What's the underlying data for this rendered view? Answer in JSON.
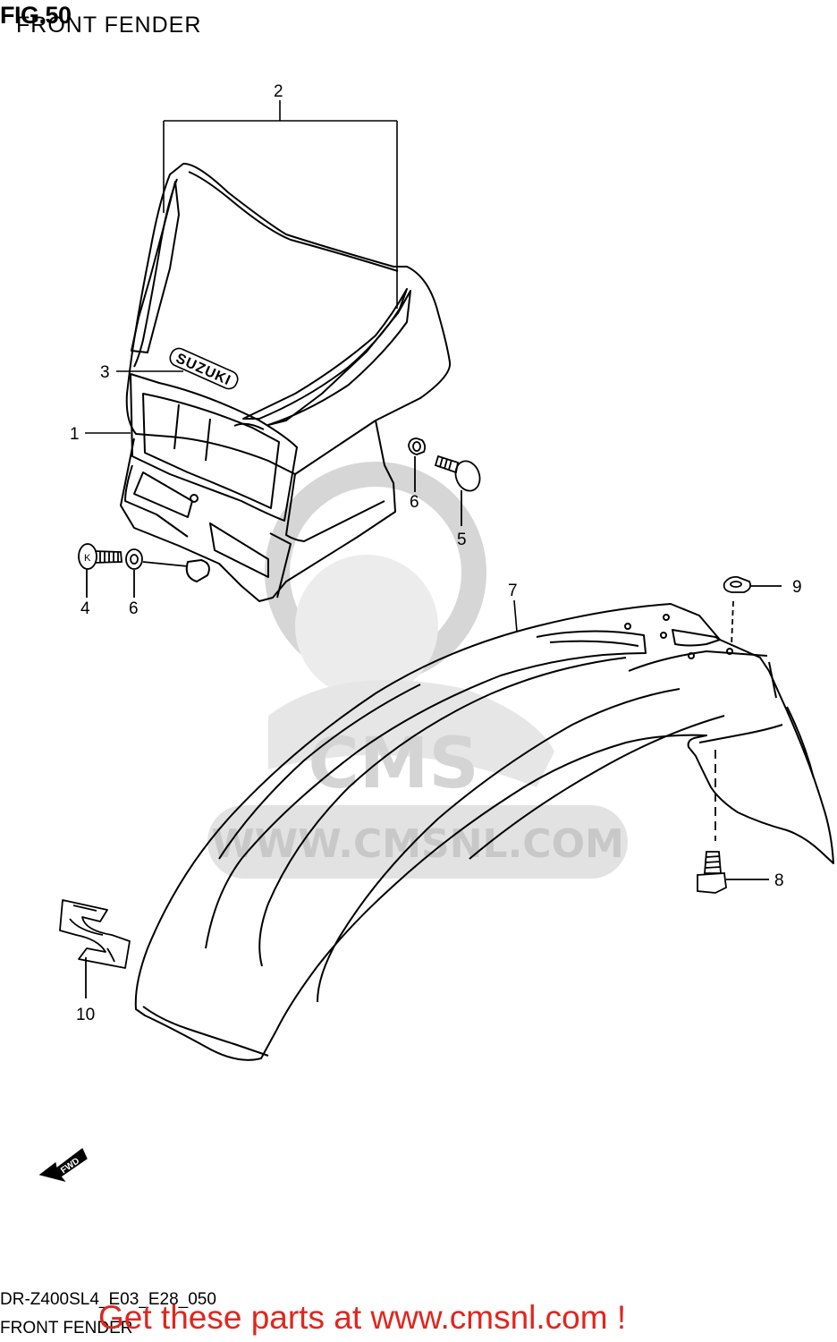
{
  "header": {
    "figure": "FIG.50",
    "title": "FRONT FENDER"
  },
  "watermark": {
    "logo_text": "CMS",
    "url_text": "WWW.CMSNL.COM"
  },
  "parts": {
    "headlight_cover_decal": "SUZUKI",
    "fwd_arrow": "FWD"
  },
  "callouts": {
    "c1": "1",
    "c2": "2",
    "c3": "3",
    "c4": "4",
    "c5": "5",
    "c6a": "6",
    "c6b": "6",
    "c7": "7",
    "c8": "8",
    "c9": "9",
    "c10": "10"
  },
  "footer": {
    "code": "DR-Z400SL4_E03_E28_050",
    "name": "FRONT FENDER",
    "cta": "Get these parts at www.cmsnl.com !"
  },
  "colors": {
    "cta": "#e0261e",
    "watermark": "#d8d8d8",
    "line": "#000000"
  }
}
